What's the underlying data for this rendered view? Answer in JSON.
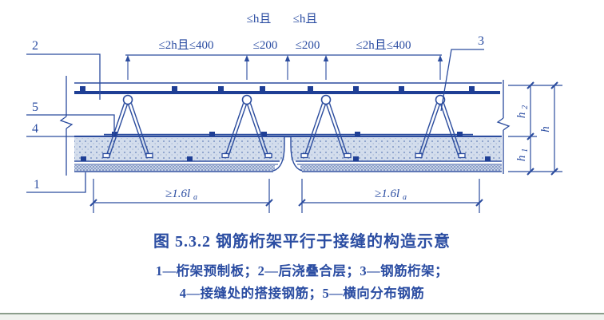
{
  "figure": {
    "caption": "图 5.3.2  钢筋桁架平行于接缝的构造示意",
    "legend_line1": "1—桁架预制板；2—后浇叠合层；3—钢筋桁架；",
    "legend_line2": "4—接缝处的搭接钢筋；5—横向分布钢筋"
  },
  "callouts": {
    "c1": "1",
    "c2": "2",
    "c3": "3",
    "c4": "4",
    "c5": "5"
  },
  "dims": {
    "upper_left": "≤h且",
    "upper_right": "≤h且",
    "top_left_span": "≤2h且≤400",
    "seg200_left": "≤200",
    "seg200_right": "≤200",
    "top_right_span": "≤2h且≤400",
    "bottom_left": {
      "main": "≥1.6l",
      "sub": "a"
    },
    "bottom_right": {
      "main": "≥1.6l",
      "sub": "a"
    },
    "h2": {
      "main": "h",
      "sub": "2"
    },
    "h1": {
      "main": "h",
      "sub": "1"
    },
    "h": {
      "main": "h"
    }
  },
  "colors": {
    "line_blue": "#2b4c9e",
    "rebar_blue": "#1f3f95",
    "text_blue": "#2b4da2",
    "slab_fill": "#d3ddec",
    "divider_green": "#8b9e8b"
  }
}
